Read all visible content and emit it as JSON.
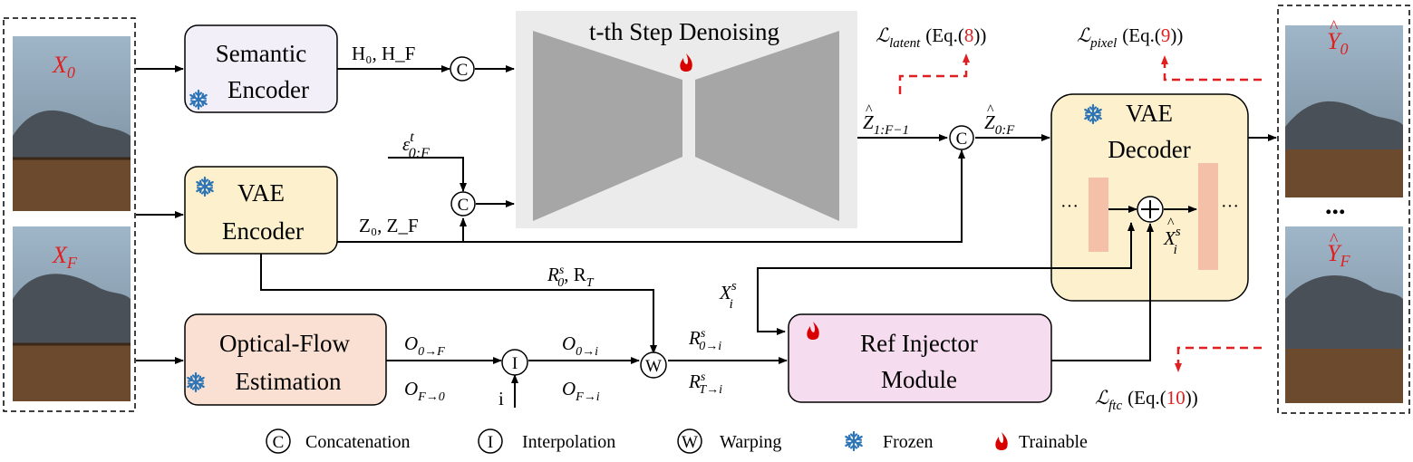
{
  "inputs": {
    "frame_start_label": "X",
    "frame_start_sub": "0",
    "frame_end_label": "X",
    "frame_end_sub": "F"
  },
  "outputs": {
    "frame_start_label": "Y",
    "frame_start_sub": "0",
    "frame_end_label": "Y",
    "frame_end_sub": "F",
    "ellipsis": "..."
  },
  "modules": {
    "semantic_encoder": [
      "Semantic",
      "Encoder"
    ],
    "vae_encoder": [
      "VAE",
      "Encoder"
    ],
    "optical_flow": [
      "Optical-Flow",
      "Estimation"
    ],
    "denoiser_title": "t-th Step Denoising",
    "vae_decoder": [
      "VAE",
      "Decoder"
    ],
    "ref_injector": [
      "Ref Injector",
      "Module"
    ]
  },
  "edge_labels": {
    "semantic_out": "H₀, H_F",
    "noise": "ε",
    "noise_sup": "t",
    "noise_sub": "0:F",
    "vae_out": "Z₀, Z_F",
    "reference": "R",
    "reference_sub": "0",
    "reference_sup": "s",
    "reference_tail": ", R",
    "reference_tail_sub": "T",
    "flow_0F": "O",
    "flow_0F_sub": "0→F",
    "flow_F0": "O",
    "flow_F0_sub": "F→0",
    "flow_0i": "O",
    "flow_0i_sub": "0→i",
    "flow_Fi": "O",
    "flow_Fi_sub": "F→i",
    "interp_index": "i",
    "warp_0i": "R",
    "warp_0i_sub": "0→i",
    "warp_Ti": "R",
    "warp_Ti_sub": "T→i",
    "warp_sup": "s",
    "latent_partial": "Z",
    "latent_partial_sub": "1:F−1",
    "latent_full": "Z",
    "latent_full_sub": "0:F",
    "feature_x": "X",
    "feature_x_sub": "i",
    "feature_x_sup": "s",
    "decoder_x": "X",
    "decoder_x_sub": "i",
    "decoder_x_sup": "s",
    "decoder_dots_left": "···",
    "decoder_dots_right": "···"
  },
  "losses": {
    "latent": {
      "symbol": "ℒ",
      "sub": "latent",
      "eq_open": "(Eq.(",
      "eq_num": "8",
      "eq_close": "))"
    },
    "pixel": {
      "symbol": "ℒ",
      "sub": "pixel",
      "eq_open": "(Eq.(",
      "eq_num": "9",
      "eq_close": "))"
    },
    "ftc": {
      "symbol": "ℒ",
      "sub": "ftc",
      "eq_open": "(Eq.(",
      "eq_num": "10",
      "eq_close": "))"
    }
  },
  "operators": {
    "concat": "C",
    "interp": "I",
    "warp": "W",
    "add": "+"
  },
  "legend": [
    {
      "symbol": "C",
      "label": "Concatenation",
      "icon": "circled-letter"
    },
    {
      "symbol": "I",
      "label": "Interpolation",
      "icon": "circled-letter"
    },
    {
      "symbol": "W",
      "label": "Warping",
      "icon": "circled-letter"
    },
    {
      "symbol": "",
      "label": "Frozen",
      "icon": "snowflake-icon"
    },
    {
      "symbol": "",
      "label": "Trainable",
      "icon": "flame-icon"
    }
  ],
  "colors": {
    "semantic_encoder": "#f3eff9",
    "vae": "#fdf0cc",
    "optical_flow": "#f9e0d2",
    "ref_injector": "#f6dcef",
    "denoiser_bg": "#ebebeb",
    "denoiser_shape": "#a6a6a6",
    "snowflake": "#2e75b6",
    "flame": "#d90000",
    "loss_dash": "#e02020",
    "feature_bar": "#f4c0a8",
    "highlight_red": "#e02020"
  }
}
